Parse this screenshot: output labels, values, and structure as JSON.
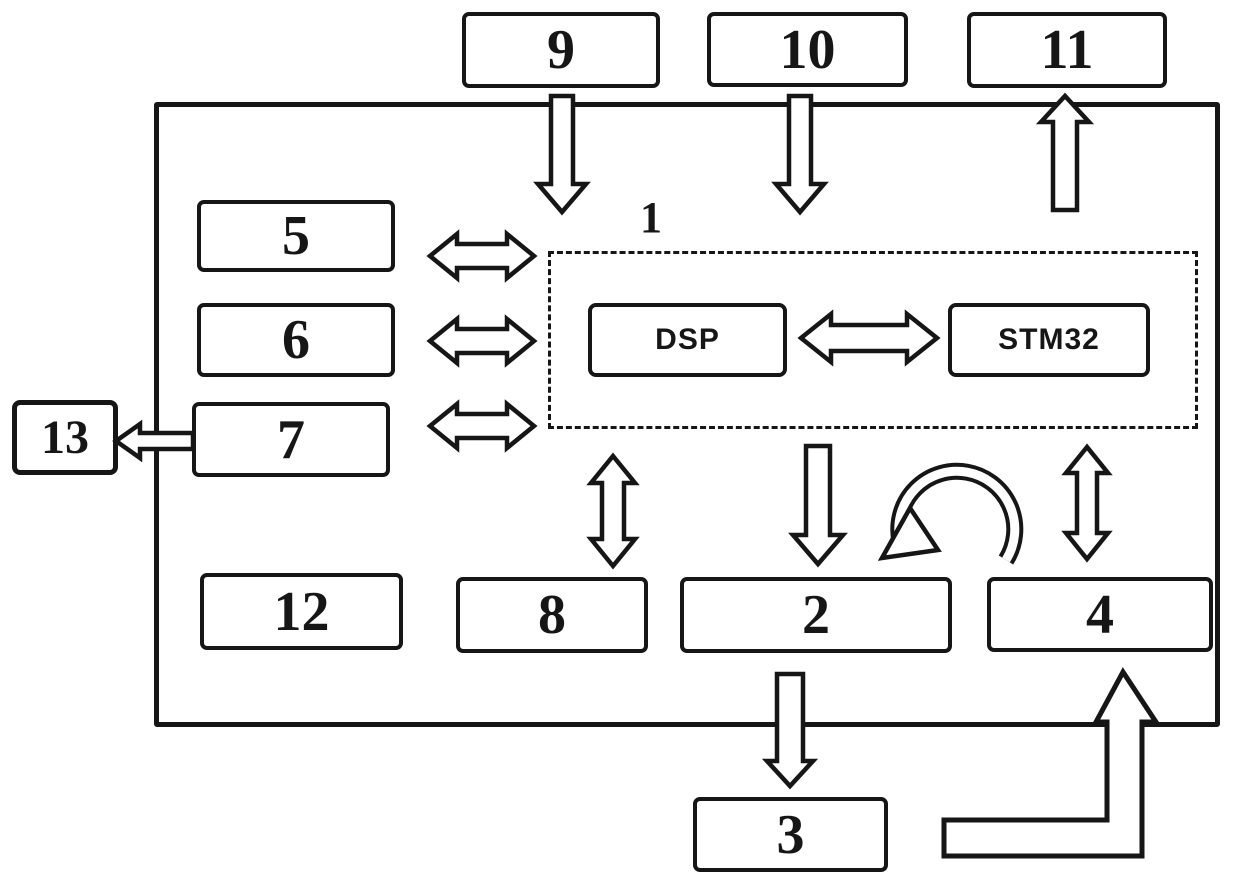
{
  "figure": {
    "type": "block-diagram",
    "node_labels": {
      "n1": "1",
      "n2": "2",
      "n3": "3",
      "n4": "4",
      "n5": "5",
      "n6": "6",
      "n7": "7",
      "n8": "8",
      "n9": "9",
      "n10": "10",
      "n11": "11",
      "n12": "12",
      "n13": "13",
      "dsp": "DSP",
      "stm32": "STM32"
    }
  },
  "colors": {
    "ink": "#161616",
    "paper": "#ffffff"
  }
}
